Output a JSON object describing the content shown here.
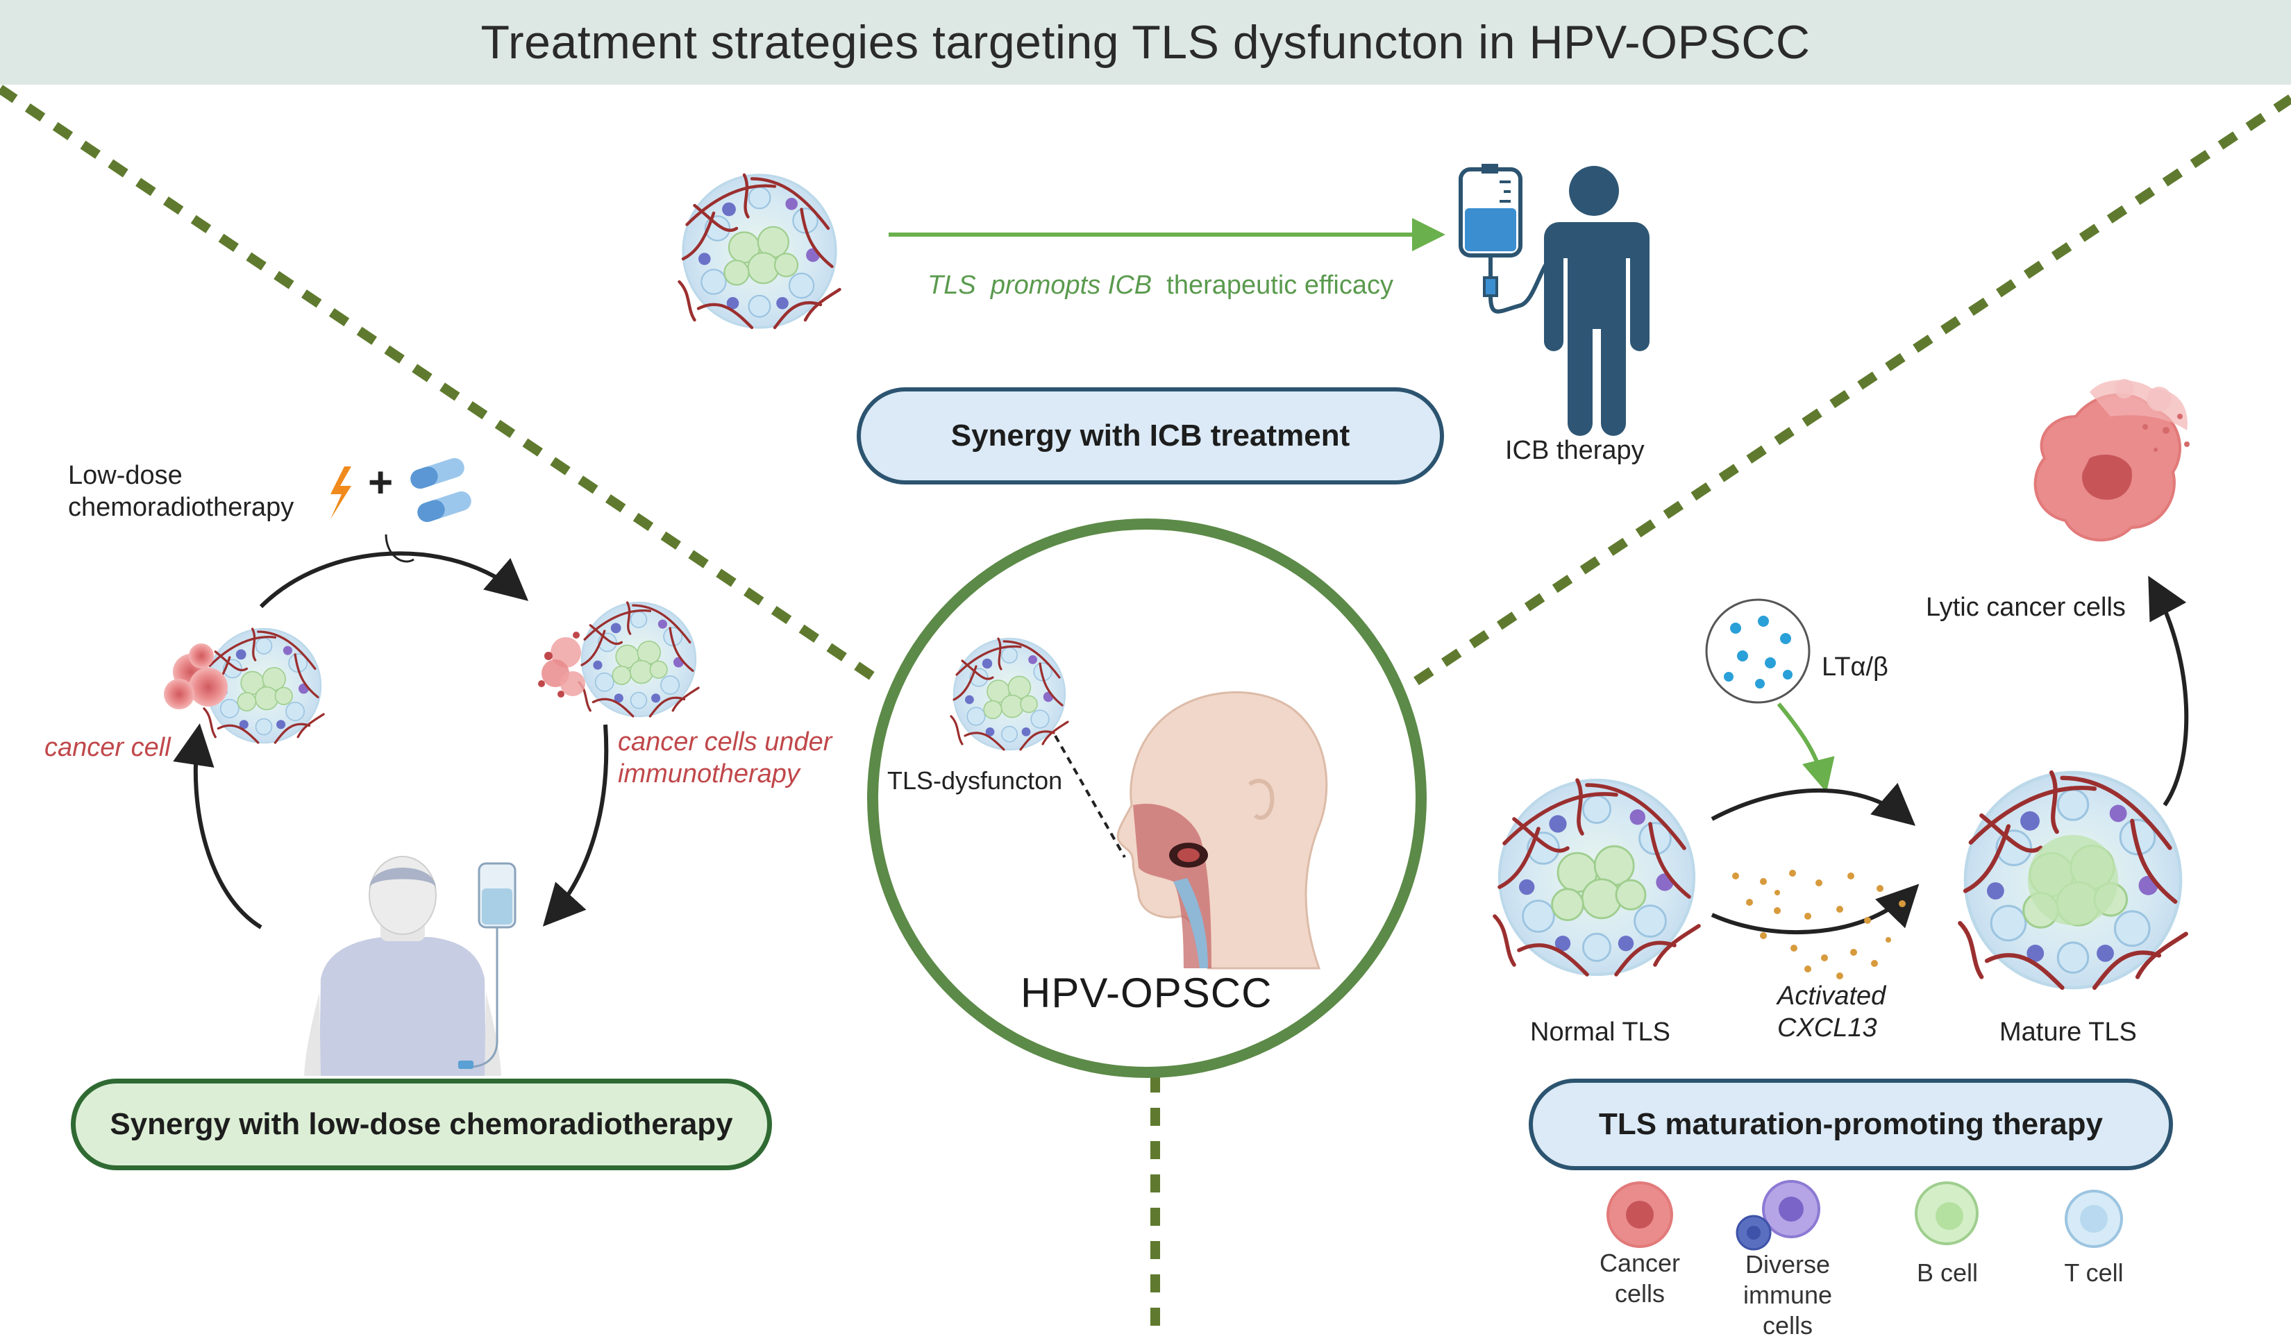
{
  "title": "Treatment strategies targeting TLS dysfuncton in HPV-OPSCC",
  "colors": {
    "title_bg": "#dde7e3",
    "divider_green": "#5f7a2e",
    "center_ring": "#5c8a48",
    "icb_pill_border": "#2c5470",
    "icb_pill_fill": "#dbeaf6",
    "chemo_pill_border": "#2f6a33",
    "chemo_pill_fill": "#dcefd6",
    "cancer_label_red": "#c0474a",
    "icb_arrow_green": "#6ab04c"
  },
  "top_panel": {
    "arrow_text_italic_1": "TLS",
    "arrow_text_italic_2": "promopts ICB",
    "arrow_text_plain": "therapeutic efficacy",
    "icon_label": "ICB therapy",
    "pill_label": "Synergy with ICB treatment",
    "icons": [
      "tls-icon",
      "iv-bag-icon",
      "person-icon"
    ]
  },
  "center_panel": {
    "tls_label": "TLS-dysfuncton",
    "main_label": "HPV-OPSCC",
    "icons": [
      "tls-dysfunction-icon",
      "head-profile-icon"
    ]
  },
  "left_panel": {
    "treatment_line1": "Low-dose",
    "treatment_line2": "chemoradiotherapy",
    "plus": "+",
    "cancer_cell_label": "cancer cell",
    "immuno_line1": "cancer cells under",
    "immuno_line2": "immunotherapy",
    "pill_label": "Synergy with low-dose chemoradiotherapy",
    "icons": [
      "lightning-icon",
      "pill-capsule-icon",
      "tls-with-cancer-icon",
      "patient-iv-icon"
    ]
  },
  "right_panel": {
    "lytic_label": "Lytic cancer cells",
    "lt_label": "LTα/β",
    "normal_tls_label": "Normal TLS",
    "activated_line1": "Activated",
    "activated_line2": "CXCL13",
    "mature_tls_label": "Mature TLS",
    "pill_label": "TLS maturation-promoting therapy",
    "icons": [
      "lytic-cell-icon",
      "lt-alpha-beta-icon",
      "normal-tls-icon",
      "mature-tls-icon",
      "chemokine-dots-icon"
    ]
  },
  "legend": [
    {
      "label_line1": "Cancer",
      "label_line2": "cells",
      "icon": "cancer-cell-icon"
    },
    {
      "label_line1": "Diverse",
      "label_line2": "immune",
      "label_line3": "cells",
      "icon": "immune-cell-icon"
    },
    {
      "label_line1": "B cell",
      "icon": "b-cell-icon"
    },
    {
      "label_line1": "T cell",
      "icon": "t-cell-icon"
    }
  ]
}
